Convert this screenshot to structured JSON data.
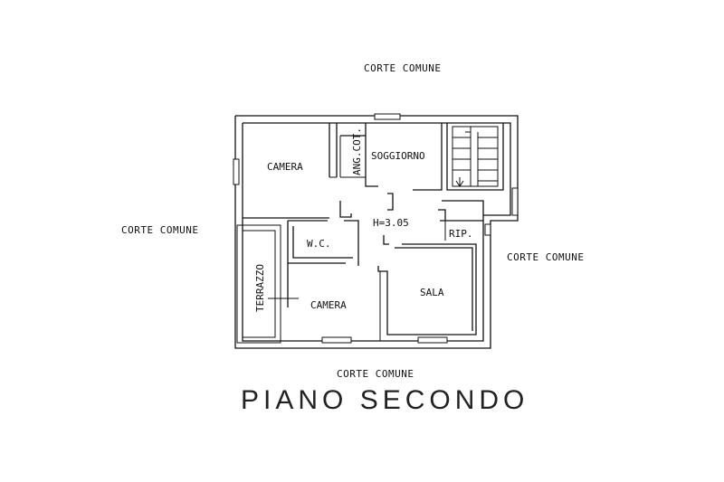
{
  "exterior": {
    "top": "CORTE COMUNE",
    "left": "CORTE COMUNE",
    "right": "CORTE COMUNE",
    "bottom": "CORTE COMUNE"
  },
  "rooms": {
    "camera_1": "CAMERA",
    "ang_cot": "ANG.COT.",
    "soggiorno": "SOGGIORNO",
    "height": "H=3.05",
    "rip": "RIP.",
    "wc": "W.C.",
    "terrazzo": "TERRAZZO",
    "camera_2": "CAMERA",
    "sala": "SALA"
  },
  "title": "PIANO SECONDO"
}
